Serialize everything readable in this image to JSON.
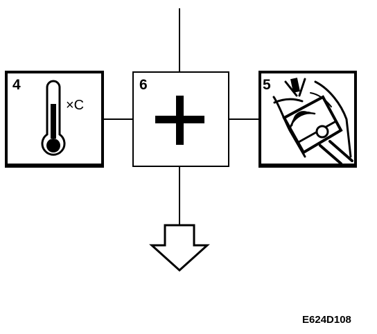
{
  "boxes": {
    "temperature": {
      "number": "4",
      "unit": "×C",
      "icon": "thermometer-icon"
    },
    "combine": {
      "number": "6",
      "icon": "plus-icon"
    },
    "engine": {
      "number": "5",
      "icon": "piston-spark-plug-icon"
    }
  },
  "flow": {
    "icon": "down-arrow-icon"
  },
  "reference_code": "E624D108",
  "colors": {
    "line": "#000000",
    "box_fill": "#ffffff",
    "box_shadow": "#000000"
  }
}
